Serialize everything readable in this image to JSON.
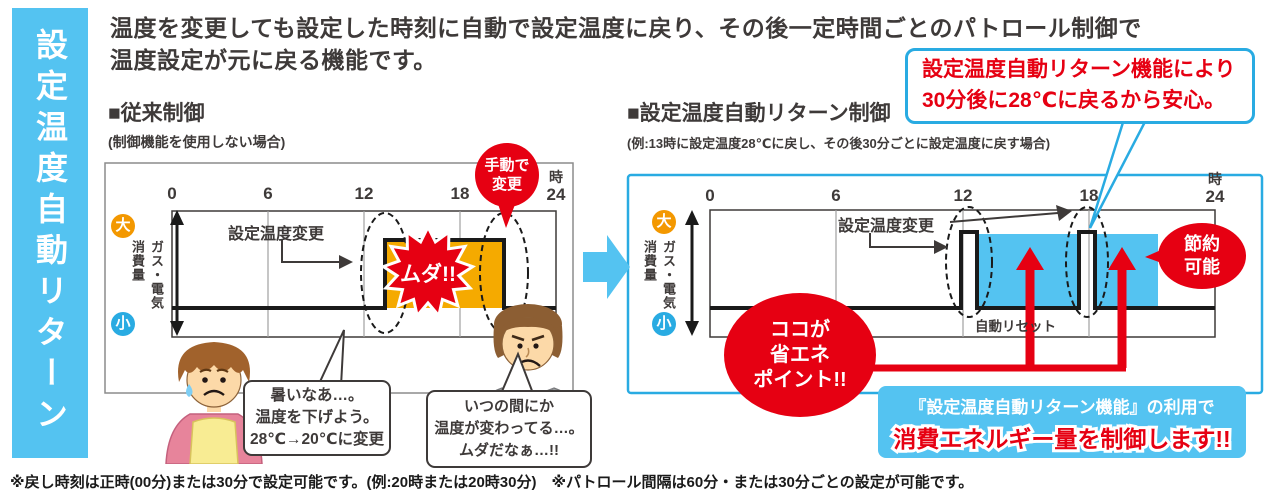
{
  "colors": {
    "accent_blue": "#54C3F1",
    "border_blue": "#29ABE2",
    "fill_orange": "#F5AA00",
    "badge_orange": "#F39800",
    "accent_red": "#E60012",
    "text_dark": "#3E3A39"
  },
  "banner": {
    "title": "設定温度自動リターン"
  },
  "header": {
    "line1": "温度を変更しても設定した時刻に自動で設定温度に戻り、その後一定時間ごとのパトロール制御で",
    "line2": "温度設定が元に戻る機能です。"
  },
  "axis": {
    "ticks": [
      "0",
      "6",
      "12",
      "18",
      "24"
    ],
    "unit": "時",
    "high_label": "大",
    "low_label": "小",
    "y_label": "ガス・電気消費量"
  },
  "conventional": {
    "title": "■従来制御",
    "subtitle": "(制御機能を使用しない場合)",
    "temp_change_label": "設定温度変更",
    "waste_burst": "ムダ!!",
    "manual_change_bubble": {
      "line1": "手動で",
      "line2": "変更"
    },
    "woman_speech": {
      "line1": "暑いなあ…。",
      "line2": "温度を下げよう。",
      "line3": "28℃→20℃に変更"
    },
    "man_speech": {
      "line1": "いつの間にか",
      "line2": "温度が変わってる…。",
      "line3": "ムダだなぁ…!!"
    }
  },
  "auto_return": {
    "title": "■設定温度自動リターン制御",
    "subtitle": "(例:13時に設定温度28℃に戻し、その後30分ごとに設定温度に戻す場合)",
    "callout": {
      "line1": "設定温度自動リターン機能により",
      "line2": "30分後に28℃に戻るから安心。"
    },
    "temp_change_label": "設定温度変更",
    "auto_reset_label": "自動リセット",
    "savings_bubble": {
      "line1": "節約",
      "line2": "可能"
    },
    "eco_point_circle": {
      "line1": "ココが",
      "line2": "省エネ",
      "line3": "ポイント!!"
    },
    "bottom_box": {
      "line1": "『設定温度自動リターン機能』の利用で",
      "line2": "消費エネルギー量を制御します!!"
    }
  },
  "footnote": "※戻し時刻は正時(00分)または30分で設定可能です。(例:20時または20時30分)　※パトロール間隔は60分・または30分ごとの設定が可能です。",
  "chart_data": [
    {
      "type": "area",
      "title": "従来制御(制御機能を使用しない場合)",
      "x_unit": "時",
      "x_ticks": [
        0,
        6,
        12,
        18,
        24
      ],
      "ylabel": "ガス・電気消費量(小〜大)",
      "series": [
        {
          "name": "ガス・電気消費量",
          "mode": "step",
          "steps": [
            {
              "from_h": 0,
              "to_h": 13,
              "level": "小"
            },
            {
              "from_h": 13,
              "to_h": 20.8,
              "level": "大"
            },
            {
              "from_h": 20.8,
              "to_h": 24,
              "level": "小"
            }
          ]
        }
      ],
      "highlight": {
        "label": "ムダ!!",
        "x_range_h": [
          13,
          20.8
        ],
        "color": "#F5AA00"
      },
      "annotations": [
        "設定温度変更",
        "手動で変更"
      ]
    },
    {
      "type": "area",
      "title": "設定温度自動リターン制御",
      "x_unit": "時",
      "x_ticks": [
        0,
        6,
        12,
        18,
        24
      ],
      "ylabel": "ガス・電気消費量(小〜大)",
      "series": [
        {
          "name": "ガス・電気消費量",
          "mode": "step",
          "steps": [
            {
              "from_h": 0,
              "to_h": 12,
              "level": "小"
            },
            {
              "from_h": 12,
              "to_h": 12.75,
              "level": "大(設定温度変更)"
            },
            {
              "from_h": 12.75,
              "to_h": 17.5,
              "level": "小(自動リセット)"
            },
            {
              "from_h": 17.5,
              "to_h": 18.25,
              "level": "大(設定温度変更)"
            },
            {
              "from_h": 18.25,
              "to_h": 24,
              "level": "小(自動リセット)"
            }
          ]
        }
      ],
      "savings_regions_h": [
        [
          13,
          17.4
        ],
        [
          18.4,
          21.3
        ]
      ],
      "annotations": [
        "設定温度変更",
        "自動リセット",
        "節約可能",
        "ココが省エネポイント!!"
      ]
    }
  ]
}
